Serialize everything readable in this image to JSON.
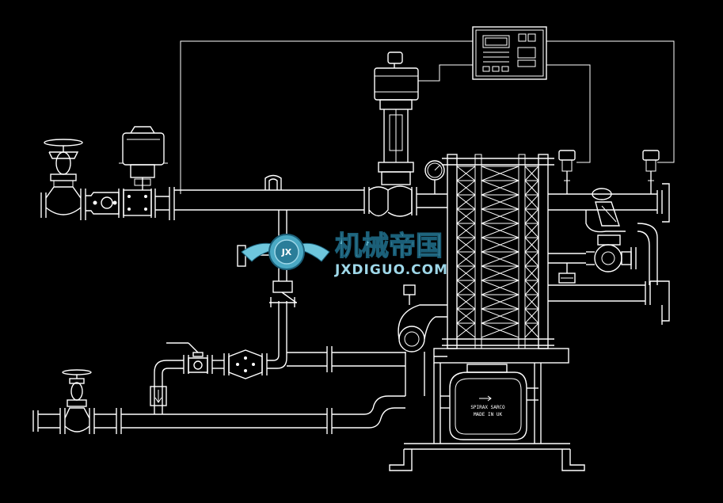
{
  "steam_trap_labels": {
    "brand": "SPIRAX SARCO",
    "origin": "MADE IN UK"
  },
  "watermark": {
    "emblem_text": "JX",
    "title_cn": "机械帝国",
    "url": "JXDIGUO.COM"
  },
  "colors": {
    "background": "#000000",
    "line": "#ffffff",
    "watermark": "#6ec6dc"
  }
}
